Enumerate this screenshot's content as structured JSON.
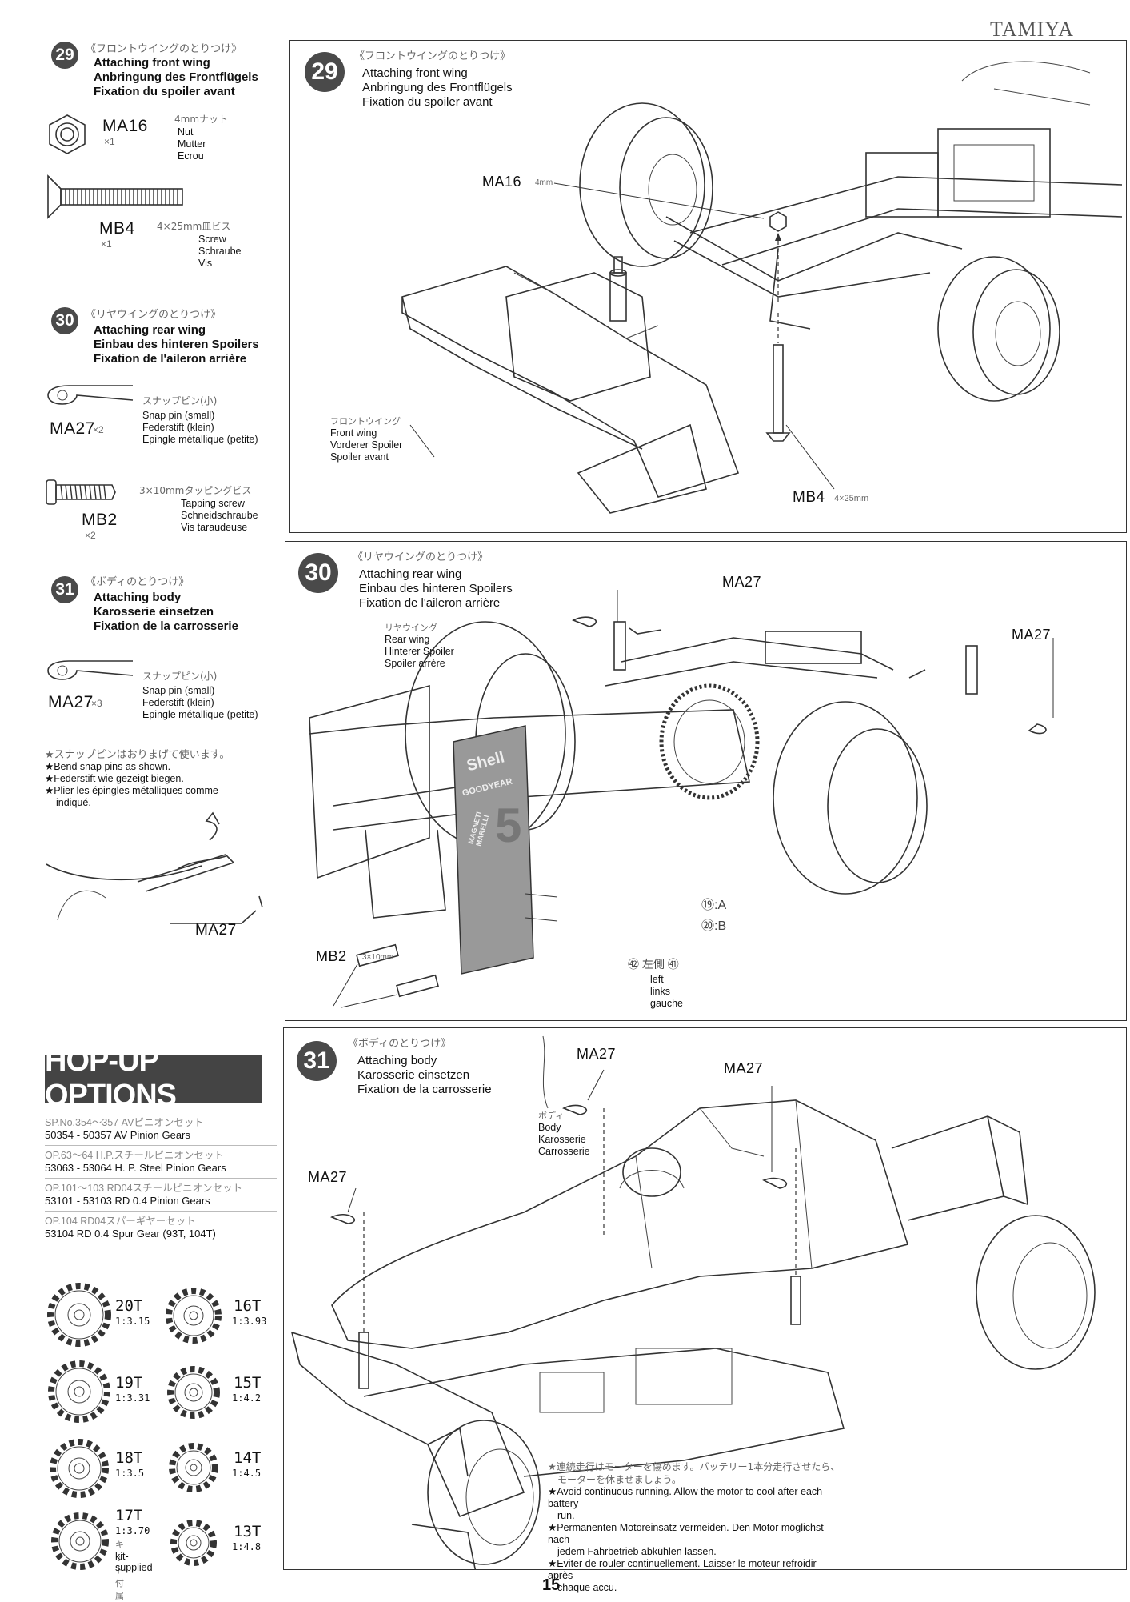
{
  "brand": "TAMIYA",
  "page_number": "15",
  "left": {
    "step29": {
      "num": "29",
      "jp": "《フロントウイングのとりつけ》",
      "en": "Attaching front wing",
      "de": "Anbringung des Frontflügels",
      "fr": "Fixation du spoiler avant",
      "part1": {
        "code": "MA16",
        "qty": "×1",
        "jp": "4mmナット",
        "en": "Nut",
        "de": "Mutter",
        "fr": "Ecrou"
      },
      "part2": {
        "code": "MB4",
        "qty": "×1",
        "jp": "4×25mm皿ビス",
        "en": "Screw",
        "de": "Schraube",
        "fr": "Vis"
      }
    },
    "step30": {
      "num": "30",
      "jp": "《リヤウイングのとりつけ》",
      "en": "Attaching rear wing",
      "de": "Einbau des hinteren Spoilers",
      "fr": "Fixation de l'aileron arrière",
      "part1": {
        "code": "MA27",
        "qty": "×2",
        "jp": "スナップピン(小)",
        "en": "Snap pin (small)",
        "de": "Federstift (klein)",
        "fr": "Epingle métallique (petite)"
      },
      "part2": {
        "code": "MB2",
        "qty": "×2",
        "jp": "3×10mmタッピングビス",
        "en": "Tapping screw",
        "de": "Schneidschraube",
        "fr": "Vis taraudeuse"
      }
    },
    "step31": {
      "num": "31",
      "jp": "《ボディのとりつけ》",
      "en": "Attaching body",
      "de": "Karosserie einsetzen",
      "fr": "Fixation de la carrosserie",
      "part1": {
        "code": "MA27",
        "qty": "×3",
        "jp": "スナップピン(小)",
        "en": "Snap pin (small)",
        "de": "Federstift (klein)",
        "fr": "Epingle métallique (petite)"
      }
    },
    "bend": {
      "jp": "★スナップピンはおりまげて使います。",
      "en": "★Bend snap pins as shown.",
      "de": "★Federstift wie gezeigt biegen.",
      "fr": "★Plier les épingles métalliques comme",
      "fr2": "indiqué.",
      "label": "MA27"
    },
    "hopup": {
      "title": "HOP-UP OPTIONS",
      "options": [
        {
          "jp": "SP.No.354〜357 AVピニオンセット",
          "en": "50354 - 50357 AV Pinion Gears"
        },
        {
          "jp": "OP.63〜64 H.P.スチールピニオンセット",
          "en": "53063 - 53064 H. P. Steel Pinion Gears"
        },
        {
          "jp": "OP.101〜103 RD04スチールピニオンセット",
          "en": "53101 - 53103 RD 0.4 Pinion Gears"
        },
        {
          "jp": "OP.104 RD04スパーギヤーセット",
          "en": "53104 RD 0.4 Spur Gear (93T, 104T)"
        }
      ],
      "gears": [
        {
          "teeth": "20T",
          "ratio": "1:3.15"
        },
        {
          "teeth": "16T",
          "ratio": "1:3.93"
        },
        {
          "teeth": "19T",
          "ratio": "1:3.31"
        },
        {
          "teeth": "15T",
          "ratio": "1:4.2"
        },
        {
          "teeth": "18T",
          "ratio": "1:3.5"
        },
        {
          "teeth": "14T",
          "ratio": "1:4.5"
        },
        {
          "teeth": "17T",
          "ratio": "1:3.70"
        },
        {
          "teeth": "13T",
          "ratio": "1:4.8"
        }
      ],
      "kit_jp": "キット付属",
      "kit_en": "kit-supplied"
    }
  },
  "panel29": {
    "num": "29",
    "jp": "《フロントウイングのとりつけ》",
    "en": "Attaching front wing",
    "de": "Anbringung des Frontflügels",
    "fr": "Fixation du spoiler avant",
    "ma16": "MA16",
    "ma16_size": "4mm",
    "mb4": "MB4",
    "mb4_size": "4×25mm",
    "wing_jp": "フロントウイング",
    "wing_en": "Front wing",
    "wing_de": "Vorderer Spoiler",
    "wing_fr": "Spoiler avant"
  },
  "panel30": {
    "num": "30",
    "jp": "《リヤウイングのとりつけ》",
    "en": "Attaching rear wing",
    "de": "Einbau des hinteren Spoilers",
    "fr": "Fixation de l'aileron arrière",
    "wing_jp": "リヤウイング",
    "wing_en": "Rear wing",
    "wing_de": "Hinterer Spoiler",
    "wing_fr": "Spoiler arrère",
    "ma27a": "MA27",
    "ma27b": "MA27",
    "mb2": "MB2",
    "mb2_size": "3×10mm",
    "decal1": "⑲:A",
    "decal2": "⑳:B",
    "side_jp": "㊷ 左側 ㊶",
    "side_en": "left",
    "side_de": "links",
    "side_fr": "gauche",
    "sticker1": "Shell",
    "sticker2": "GOODYEAR",
    "sticker3": "MAGNETI MARELLI",
    "sticker4": "5"
  },
  "panel31": {
    "num": "31",
    "jp": "《ボディのとりつけ》",
    "en": "Attaching body",
    "de": "Karosserie einsetzen",
    "fr": "Fixation de la carrosserie",
    "body_jp": "ボディ",
    "body_en": "Body",
    "body_de": "Karosserie",
    "body_fr": "Carrosserie",
    "ma27a": "MA27",
    "ma27b": "MA27",
    "ma27c": "MA27",
    "caution_jp1": "★連続走行はモーターを傷めます。バッテリー1本分走行させたら、",
    "caution_jp2": "モーターを休ませましょう。",
    "caution_en": "★Avoid continuous running. Allow the motor to cool after each battery",
    "caution_en2": "run.",
    "caution_de": "★Permanenten Motoreinsatz vermeiden. Den Motor möglichst nach",
    "caution_de2": "jedem Fahrbetrieb abkühlen lassen.",
    "caution_fr": "★Eviter de rouler continuellement. Laisser le moteur refroidir après",
    "caution_fr2": "chaque accu."
  }
}
